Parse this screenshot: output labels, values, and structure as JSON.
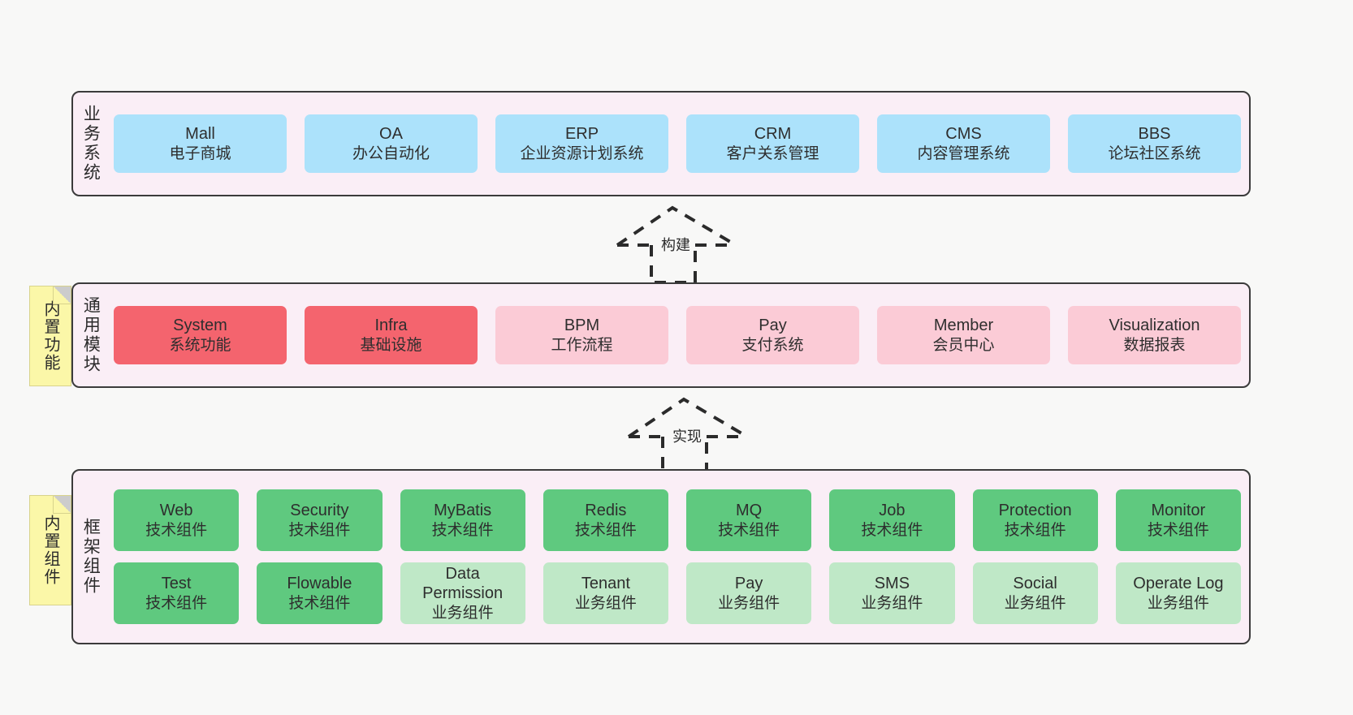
{
  "diagram": {
    "background_color": "#f8f8f7",
    "layer_fill": "#faeef6",
    "layer_border": "#3b3b3b"
  },
  "notes": [
    {
      "name": "builtin-functions",
      "text": "内置功能",
      "color": "#fbf7a8"
    },
    {
      "name": "builtin-components",
      "text": "内置组件",
      "color": "#fbf7a8"
    }
  ],
  "arrows": [
    {
      "name": "build-arrow",
      "label": "构建",
      "style": "dashed-generalization"
    },
    {
      "name": "implement-arrow",
      "label": "实现",
      "style": "dashed-generalization"
    }
  ],
  "layers": [
    {
      "id": "business",
      "title": "业务系统",
      "rows": [
        [
          {
            "en": "Mall",
            "cn": "电子商城",
            "color": "#ace2fb"
          },
          {
            "en": "OA",
            "cn": "办公自动化",
            "color": "#ace2fb"
          },
          {
            "en": "ERP",
            "cn": "企业资源计划系统",
            "color": "#ace2fb"
          },
          {
            "en": "CRM",
            "cn": "客户关系管理",
            "color": "#ace2fb"
          },
          {
            "en": "CMS",
            "cn": "内容管理系统",
            "color": "#ace2fb"
          },
          {
            "en": "BBS",
            "cn": "论坛社区系统",
            "color": "#ace2fb"
          }
        ]
      ]
    },
    {
      "id": "common",
      "title": "通用模块",
      "rows": [
        [
          {
            "en": "System",
            "cn": "系统功能",
            "color": "#f4646e"
          },
          {
            "en": "Infra",
            "cn": "基础设施",
            "color": "#f4646e"
          },
          {
            "en": "BPM",
            "cn": "工作流程",
            "color": "#fbcbd6"
          },
          {
            "en": "Pay",
            "cn": "支付系统",
            "color": "#fbcbd6"
          },
          {
            "en": "Member",
            "cn": "会员中心",
            "color": "#fbcbd6"
          },
          {
            "en": "Visualization",
            "cn": "数据报表",
            "color": "#fbcbd6"
          }
        ]
      ]
    },
    {
      "id": "framework",
      "title": "框架组件",
      "rows": [
        [
          {
            "en": "Web",
            "cn": "技术组件",
            "color": "#5fc97f"
          },
          {
            "en": "Security",
            "cn": "技术组件",
            "color": "#5fc97f"
          },
          {
            "en": "MyBatis",
            "cn": "技术组件",
            "color": "#5fc97f"
          },
          {
            "en": "Redis",
            "cn": "技术组件",
            "color": "#5fc97f"
          },
          {
            "en": "MQ",
            "cn": "技术组件",
            "color": "#5fc97f"
          },
          {
            "en": "Job",
            "cn": "技术组件",
            "color": "#5fc97f"
          },
          {
            "en": "Protection",
            "cn": "技术组件",
            "color": "#5fc97f"
          },
          {
            "en": "Monitor",
            "cn": "技术组件",
            "color": "#5fc97f"
          }
        ],
        [
          {
            "en": "Test",
            "cn": "技术组件",
            "color": "#5fc97f"
          },
          {
            "en": "Flowable",
            "cn": "技术组件",
            "color": "#5fc97f"
          },
          {
            "en": "Data Permission",
            "cn": "业务组件",
            "color": "#bfe8c7"
          },
          {
            "en": "Tenant",
            "cn": "业务组件",
            "color": "#bfe8c7"
          },
          {
            "en": "Pay",
            "cn": "业务组件",
            "color": "#bfe8c7"
          },
          {
            "en": "SMS",
            "cn": "业务组件",
            "color": "#bfe8c7"
          },
          {
            "en": "Social",
            "cn": "业务组件",
            "color": "#bfe8c7"
          },
          {
            "en": "Operate Log",
            "cn": "业务组件",
            "color": "#bfe8c7"
          }
        ]
      ]
    }
  ]
}
